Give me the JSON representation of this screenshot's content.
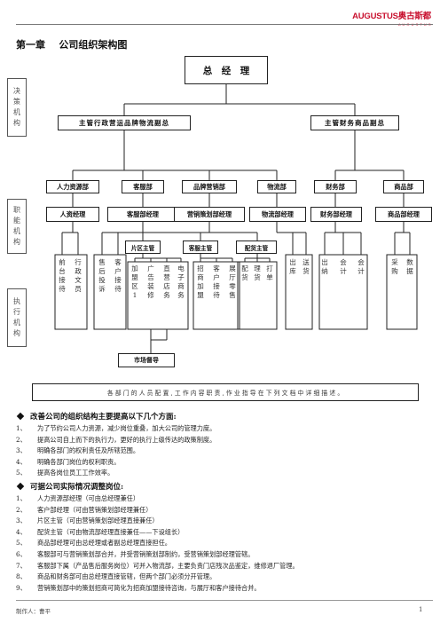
{
  "header": {
    "logo_text": "AUGUSTUS奥古斯都",
    "logo_sub": "A U G U S T U S"
  },
  "title": "第一章    公司组织架构图",
  "org": {
    "gm": "总　经　理",
    "vp_ops": "主管行政营运品牌物流副总",
    "vp_fin": "主管财务商品副总",
    "side_decision": [
      "决",
      "策",
      "机",
      "构"
    ],
    "side_function": [
      "职",
      "能",
      "机",
      "构"
    ],
    "side_exec": [
      "执",
      "行",
      "机",
      "构"
    ],
    "depts": [
      "人力资源部",
      "客服部",
      "品牌营销部",
      "物流部",
      "财务部",
      "商品部"
    ],
    "managers": [
      "人资经理",
      "客服部经理",
      "营销策划部经理",
      "物流部经理",
      "财务部经理",
      "商品部经理"
    ],
    "supervisors": [
      "片区主管",
      "客服主管",
      "配货主管"
    ],
    "market_supervisor": "市场督导",
    "roles": [
      [
        "前",
        "台",
        "接",
        "待"
      ],
      [
        "行",
        "政",
        "文",
        "员"
      ],
      [
        "售",
        "后",
        "投",
        "诉"
      ],
      [
        "客",
        "户",
        "接",
        "待"
      ],
      [
        "加",
        "盟",
        "区",
        "1"
      ],
      [
        "广",
        "告",
        "装",
        "修"
      ],
      [
        "直",
        "营",
        "店",
        "务"
      ],
      [
        "电",
        "子",
        "商",
        "务"
      ],
      [
        "招",
        "商",
        "加",
        "盟"
      ],
      [
        "客",
        "户",
        "接",
        "待"
      ],
      [
        "展",
        "厅",
        "零",
        "售"
      ],
      [
        "配",
        "货"
      ],
      [
        "理",
        "货"
      ],
      [
        "打",
        "单"
      ],
      [
        "出",
        "库"
      ],
      [
        "送",
        "货"
      ],
      [
        "出",
        "纳"
      ],
      [
        "会",
        "计"
      ],
      [
        "会",
        "计"
      ],
      [
        "采",
        "购"
      ],
      [
        "数",
        "据"
      ]
    ],
    "footer_note": "各 部 门 的 人 员 配 置 , 工 作 内 容 职 责 , 作 业 指 导 在 下 列 文 档 中 详 细 描 述 。"
  },
  "section1": {
    "heading": "改善公司的组织结构主要提高以下几个方面:",
    "items": [
      {
        "num": "1、",
        "text": "为了节约公司人力资源，减少岗位重叠，加大公司的管理力度。"
      },
      {
        "num": "2、",
        "text": "提高公司自上而下的执行力，更好的执行上级传达的政策制度。"
      },
      {
        "num": "3、",
        "text": "明确各部门的权利责任及所辖范围。"
      },
      {
        "num": "4、",
        "text": "明确各部门岗位的权利职责。"
      },
      {
        "num": "5、",
        "text": "提高各岗位员工工作效率。"
      }
    ]
  },
  "section2": {
    "heading": "可据公司实际情况调整岗位:",
    "items": [
      {
        "num": "1、",
        "text": "人力资源部经理（可由总经理兼任）"
      },
      {
        "num": "2、",
        "text": "客户部经理（可由营销策划部经理兼任）"
      },
      {
        "num": "3、",
        "text": "片区主管（可由营销策划部经理直接兼任）"
      },
      {
        "num": "4、",
        "text": "配货主管（可由物流部经理直接兼任——下设组长）"
      },
      {
        "num": "5、",
        "text": "商品部经理可由总经理或者副总经理直接担任。"
      },
      {
        "num": "6、",
        "text": "客服部可与营销策划部合并，并受营销策划部制约，受营销策划部经理管辖。"
      },
      {
        "num": "7、",
        "text": "客服部下属（产品售后服务岗位）可并入物流部，主要负责门店残次品鉴定，维修退厂管理。"
      },
      {
        "num": "8、",
        "text": "商品和财务部可由总经理直接管辖，但两个部门必须分开管理。"
      },
      {
        "num": "9、",
        "text": "营销策划部中的策划招商可简化为招商加盟接待咨询，与展厅和客户接待合并。"
      }
    ]
  },
  "footer": {
    "author": "制作人：曹平",
    "page": "1"
  },
  "colors": {
    "logo_red": "#c8102e",
    "line": "#222222"
  }
}
